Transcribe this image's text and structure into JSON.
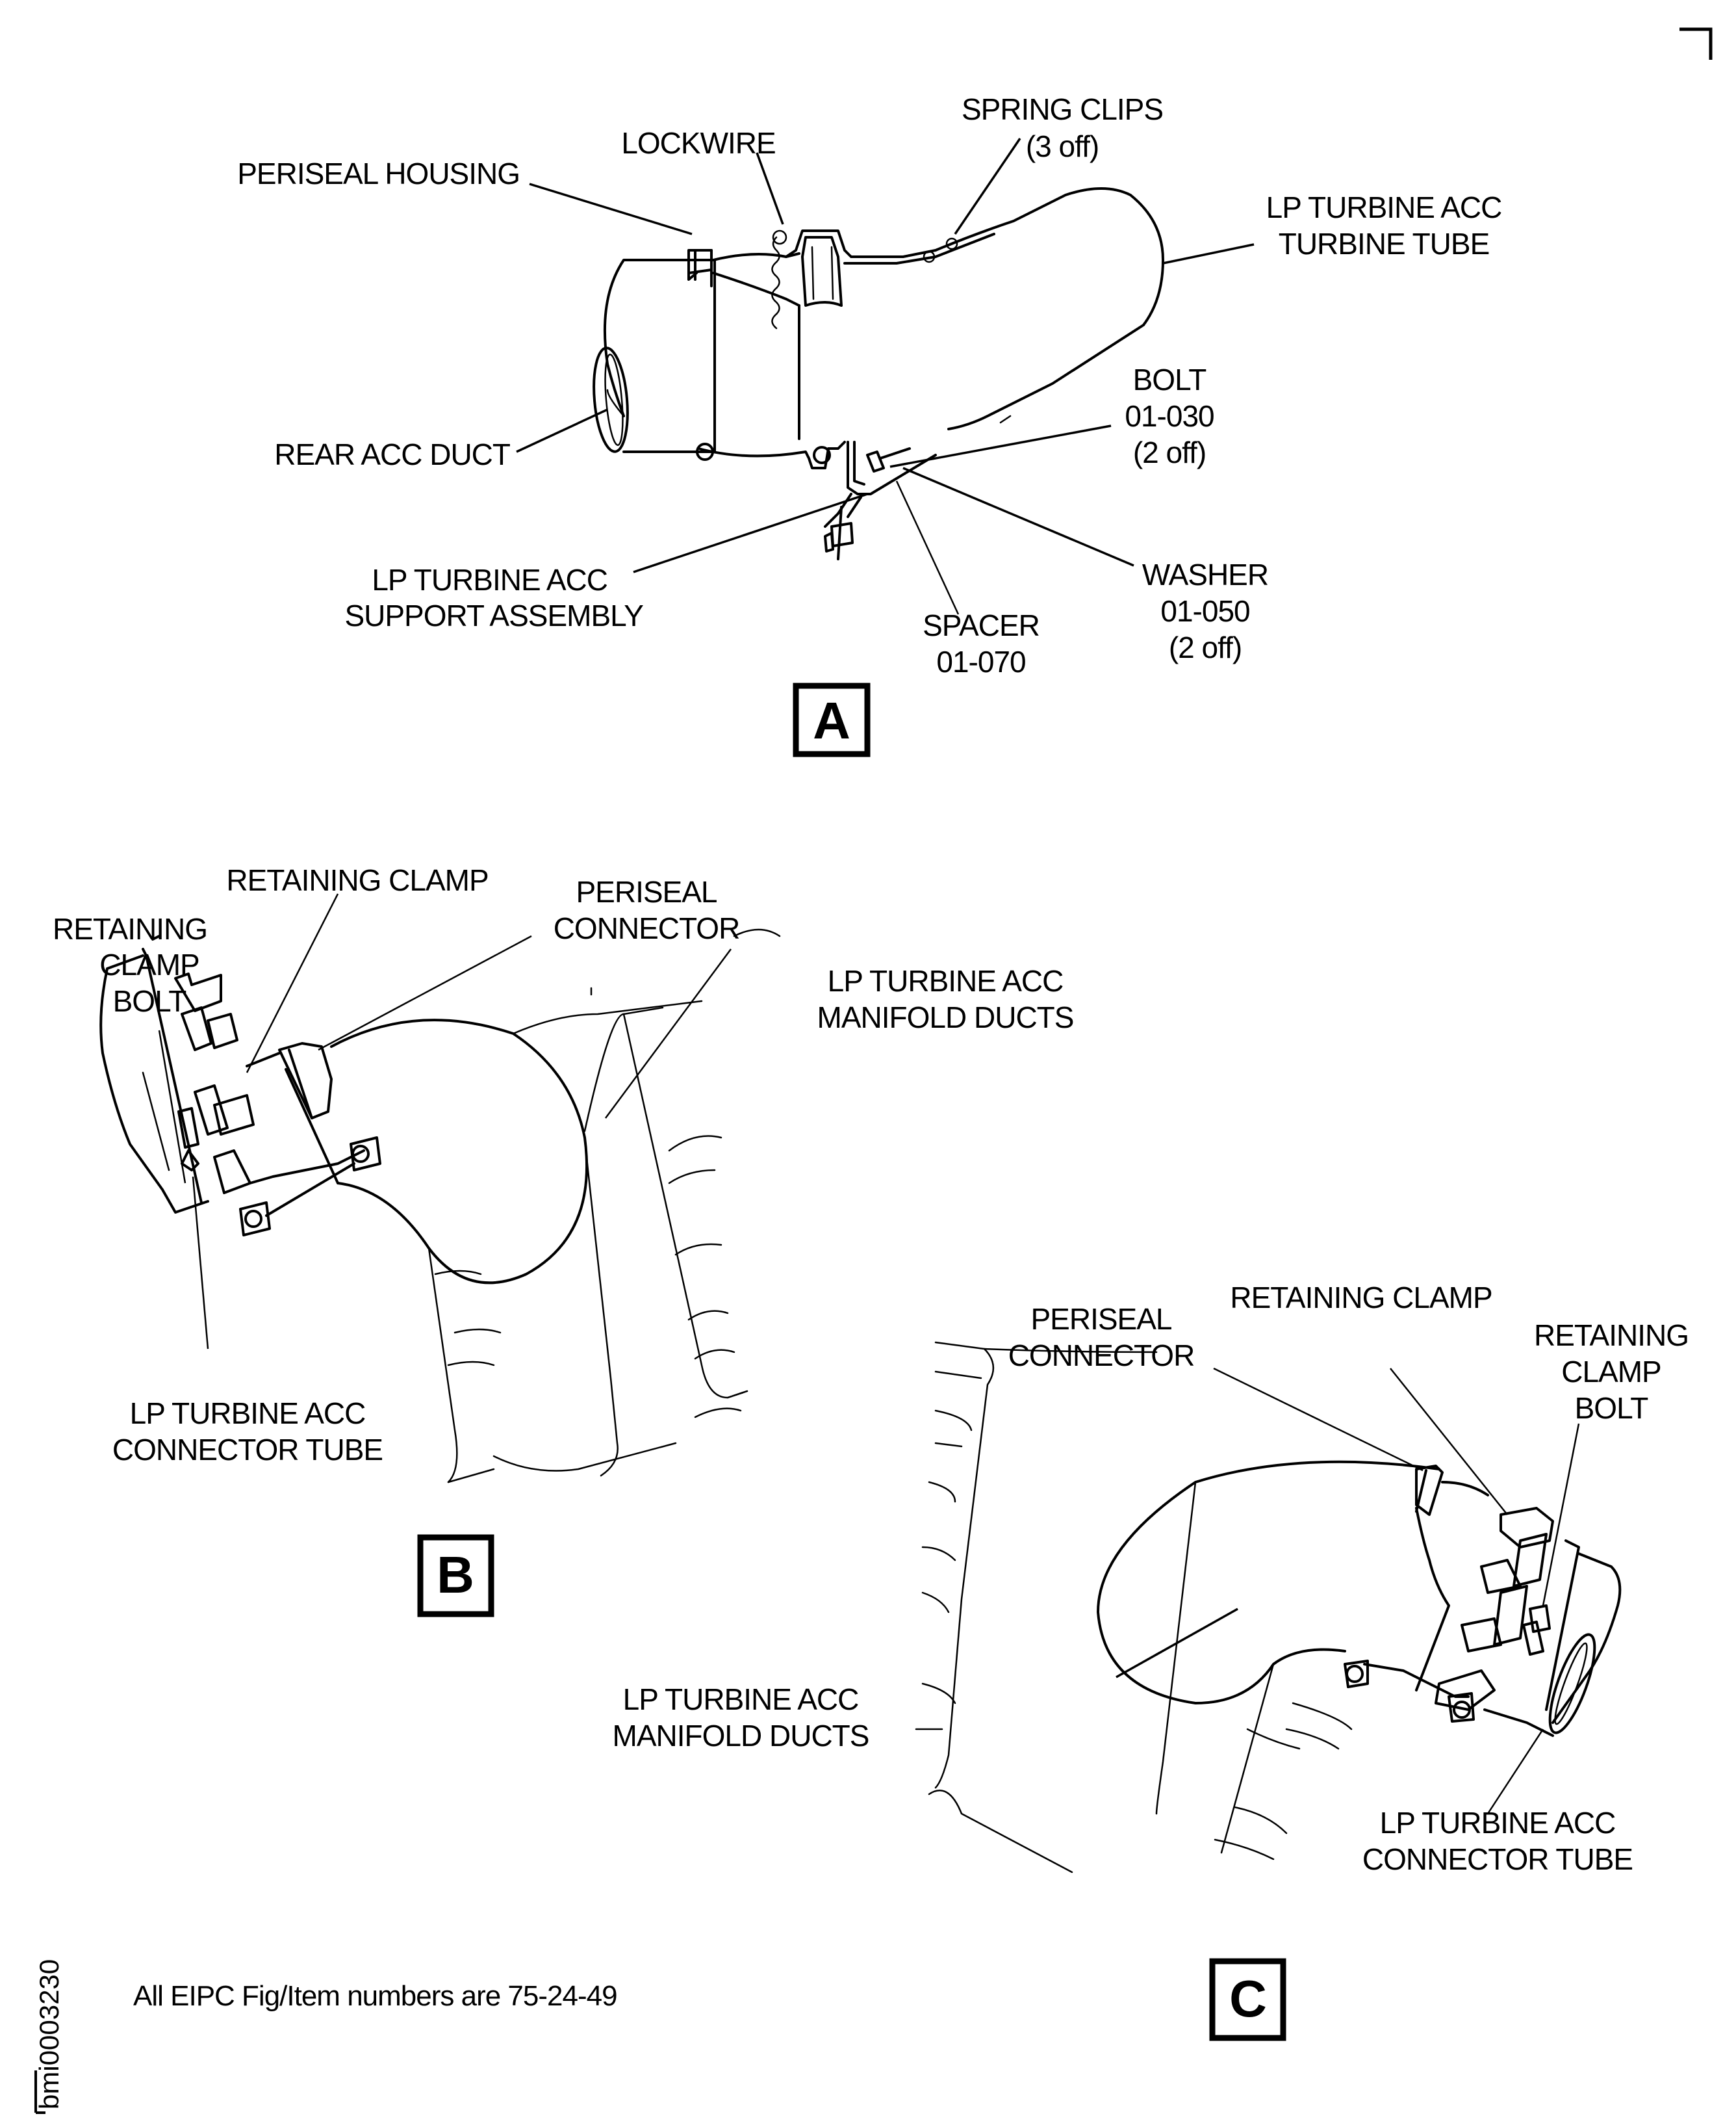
{
  "figure_id": "bmi0003230",
  "footnote": "All EIPC Fig/Item numbers are 75-24-49",
  "views": {
    "A": {
      "letter": "A",
      "labels": {
        "periseal_housing": "PERISEAL HOUSING",
        "lockwire": "LOCKWIRE",
        "spring_clips": [
          "SPRING CLIPS",
          "(3 off)"
        ],
        "turbine_tube": [
          "LP TURBINE ACC",
          "TURBINE TUBE"
        ],
        "rear_acc_duct": "REAR ACC DUCT",
        "bolt": [
          "BOLT",
          "01-030",
          "(2 off)"
        ],
        "support_assembly": [
          "LP TURBINE ACC",
          "SUPPORT ASSEMBLY"
        ],
        "spacer": [
          "SPACER",
          "01-070"
        ],
        "washer": [
          "WASHER",
          "01-050",
          "(2 off)"
        ]
      }
    },
    "B": {
      "letter": "B",
      "labels": {
        "retaining_clamp": "RETAINING CLAMP",
        "periseal_connector": [
          "PERISEAL",
          "CONNECTOR"
        ],
        "retaining_clamp_bolt": [
          "RETAINING",
          "CLAMP",
          "BOLT"
        ],
        "manifold_ducts": [
          "LP TURBINE ACC",
          "MANIFOLD DUCTS"
        ],
        "connector_tube": [
          "LP TURBINE ACC",
          "CONNECTOR TUBE"
        ]
      }
    },
    "C": {
      "letter": "C",
      "labels": {
        "retaining_clamp": "RETAINING CLAMP",
        "periseal_connector": [
          "PERISEAL",
          "CONNECTOR"
        ],
        "retaining_clamp_bolt": [
          "RETAINING",
          "CLAMP",
          "BOLT"
        ],
        "manifold_ducts": [
          "LP TURBINE ACC",
          "MANIFOLD DUCTS"
        ],
        "connector_tube": [
          "LP TURBINE ACC",
          "CONNECTOR TUBE"
        ]
      }
    }
  }
}
